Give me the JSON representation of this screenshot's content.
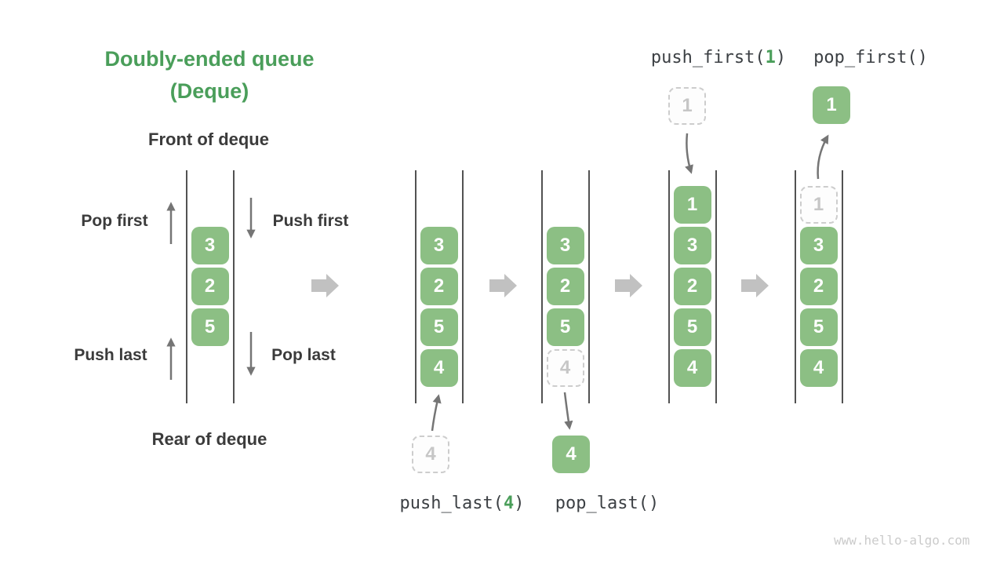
{
  "colors": {
    "bg": "#ffffff",
    "green_box": "#8cbf84",
    "green_text": "#4a9e5a",
    "label_text": "#3b3b3b",
    "code_text": "#3c4044",
    "line_color": "#525252",
    "big_arrow": "#c1c1c1",
    "small_arrow": "#757575",
    "dashed_border": "#cdcdcd",
    "dashed_text": "#c6c6c6",
    "watermark_color": "#cbcbcb"
  },
  "title": {
    "line1": "Doubly-ended queue",
    "line2": "(Deque)"
  },
  "labels": {
    "front": "Front of deque",
    "rear": "Rear of deque",
    "pop_first": "Pop first",
    "push_first": "Push first",
    "push_last": "Push last",
    "pop_last": "Pop last"
  },
  "operations": [
    {
      "pre": "push_last(",
      "arg": "4",
      "post": ")"
    },
    {
      "pre": "pop_last()",
      "arg": "",
      "post": ""
    },
    {
      "pre": "push_first(",
      "arg": "1",
      "post": ")"
    },
    {
      "pre": "pop_first()",
      "arg": "",
      "post": ""
    }
  ],
  "queues": [
    {
      "cells": [
        {
          "row": 1,
          "value": "3",
          "style": "solid"
        },
        {
          "row": 2,
          "value": "2",
          "style": "solid"
        },
        {
          "row": 3,
          "value": "5",
          "style": "solid"
        }
      ]
    },
    {
      "cells": [
        {
          "row": 1,
          "value": "3",
          "style": "solid"
        },
        {
          "row": 2,
          "value": "2",
          "style": "solid"
        },
        {
          "row": 3,
          "value": "5",
          "style": "solid"
        },
        {
          "row": 4,
          "value": "4",
          "style": "solid"
        }
      ]
    },
    {
      "cells": [
        {
          "row": 1,
          "value": "3",
          "style": "solid"
        },
        {
          "row": 2,
          "value": "2",
          "style": "solid"
        },
        {
          "row": 3,
          "value": "5",
          "style": "solid"
        },
        {
          "row": 4,
          "value": "4",
          "style": "dashed"
        }
      ]
    },
    {
      "cells": [
        {
          "row": 0,
          "value": "1",
          "style": "solid"
        },
        {
          "row": 1,
          "value": "3",
          "style": "solid"
        },
        {
          "row": 2,
          "value": "2",
          "style": "solid"
        },
        {
          "row": 3,
          "value": "5",
          "style": "solid"
        },
        {
          "row": 4,
          "value": "4",
          "style": "solid"
        }
      ]
    },
    {
      "cells": [
        {
          "row": 0,
          "value": "1",
          "style": "dashed"
        },
        {
          "row": 1,
          "value": "3",
          "style": "solid"
        },
        {
          "row": 2,
          "value": "2",
          "style": "solid"
        },
        {
          "row": 3,
          "value": "5",
          "style": "solid"
        },
        {
          "row": 4,
          "value": "4",
          "style": "solid"
        }
      ]
    }
  ],
  "floating_cells": [
    {
      "value": "4",
      "style": "dashed"
    },
    {
      "value": "4",
      "style": "solid"
    },
    {
      "value": "1",
      "style": "dashed"
    },
    {
      "value": "1",
      "style": "solid"
    }
  ],
  "watermark": "www.hello-algo.com"
}
